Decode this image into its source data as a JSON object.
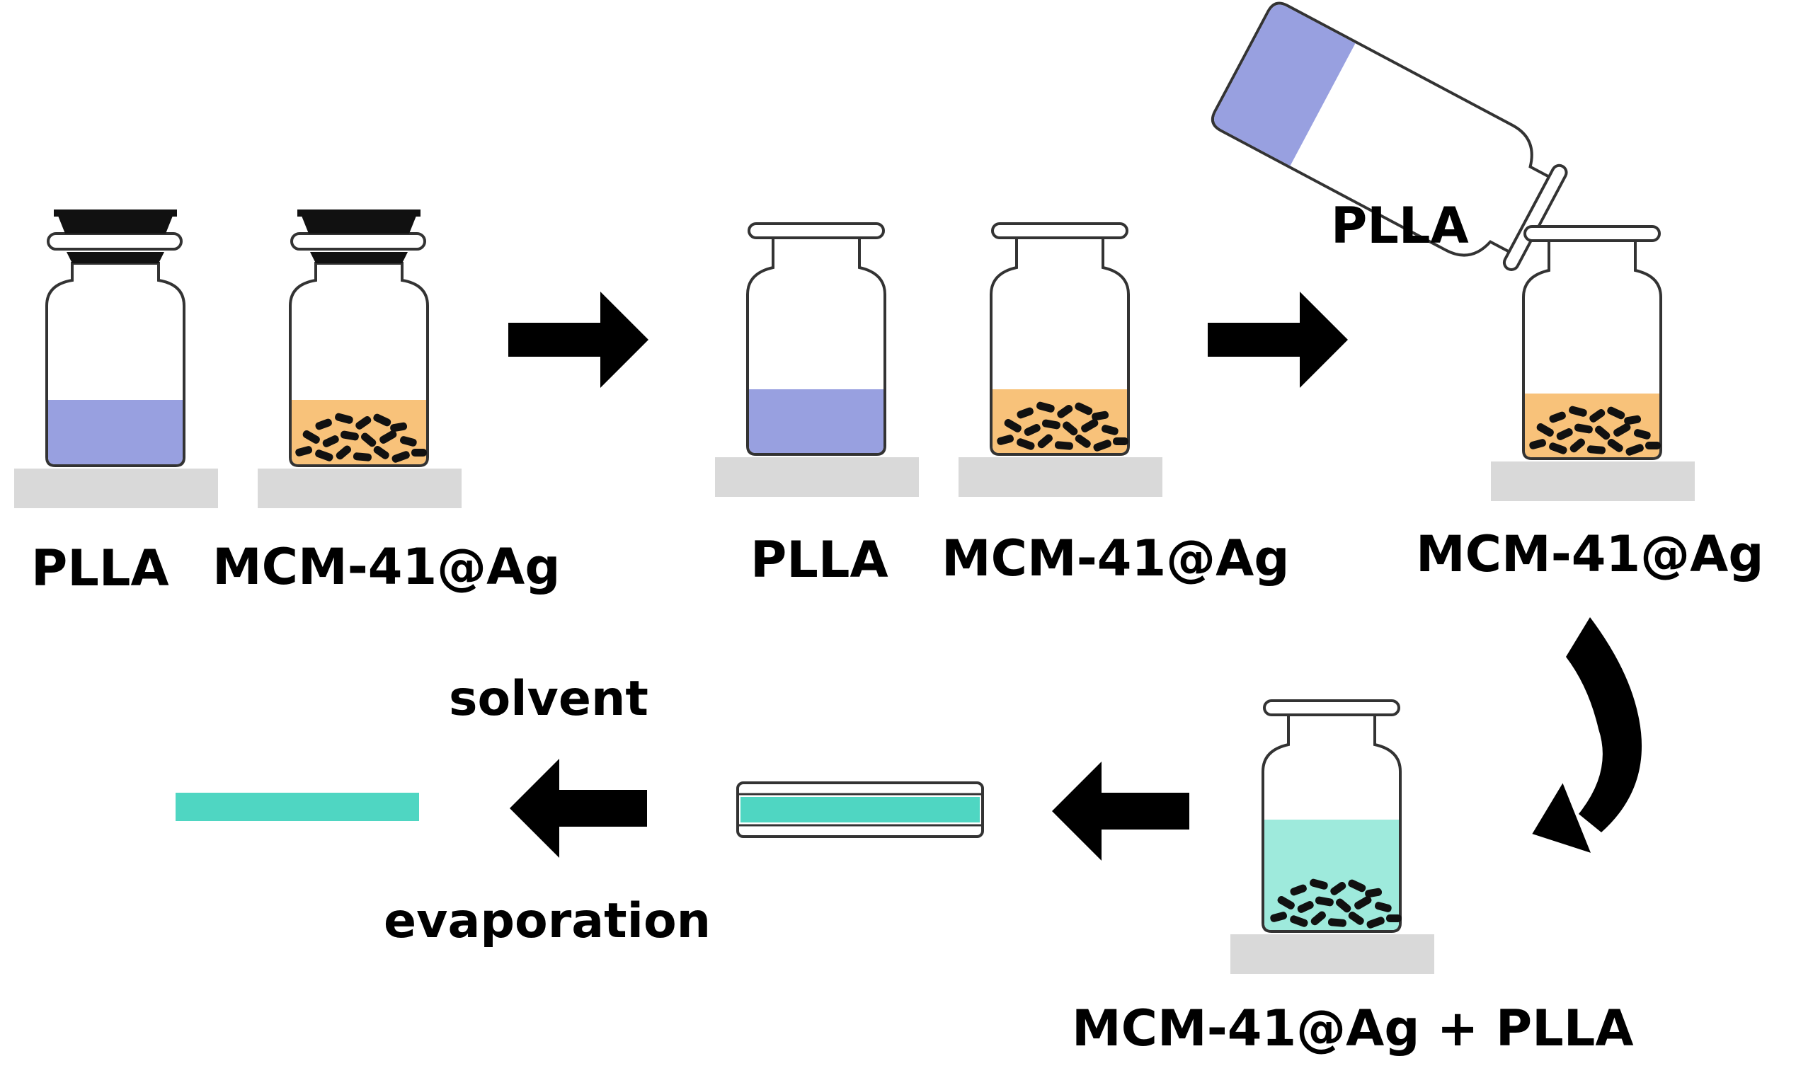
{
  "labels": {
    "step1_solution": "PLLA",
    "step1_particles": "MCM-41@Ag",
    "step2_solution": "PLLA",
    "step2_particles": "MCM-41@Ag",
    "pour_source": "PLLA",
    "step3_particles": "MCM-41@Ag",
    "mixture": "MCM-41@Ag + PLLA",
    "solvent": "solvent",
    "evaporation": "evaporation"
  },
  "colors": {
    "plla_solution": "#98a0e0",
    "particle_suspension": "#f8c27a",
    "particles": "#111111",
    "mixture_solution": "#9eeadc",
    "film": "#4fd6c2",
    "hotplate": "#d9d9d9",
    "arrow": "#000000",
    "glass_outline": "#333333"
  }
}
